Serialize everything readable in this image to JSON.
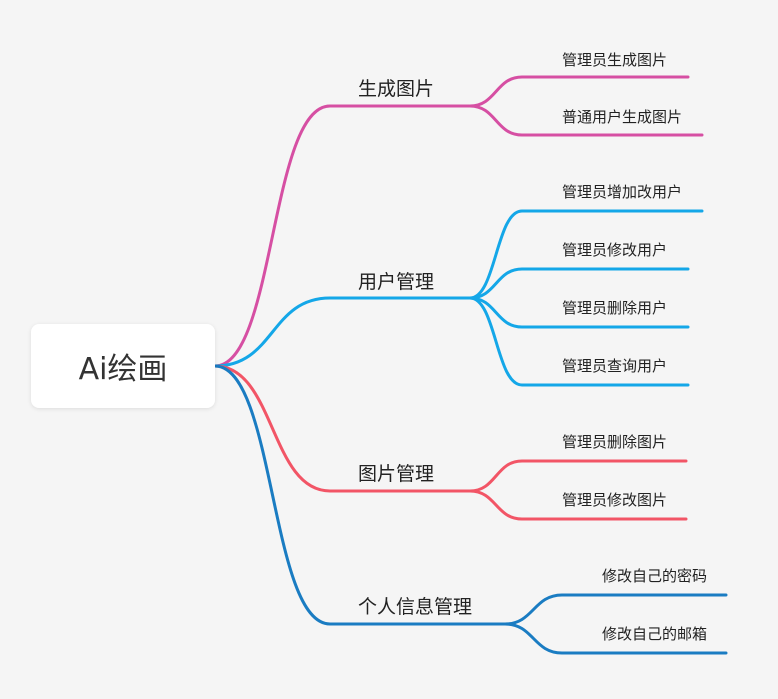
{
  "root": {
    "label": "Ai绘画"
  },
  "branches": [
    {
      "label": "生成图片",
      "color": "#d64fa3",
      "children": [
        "管理员生成图片",
        "普通用户生成图片"
      ]
    },
    {
      "label": "用户管理",
      "color": "#14a7e8",
      "children": [
        "管理员增加改用户",
        "管理员修改用户",
        "管理员删除用户",
        "管理员查询用户"
      ]
    },
    {
      "label": "图片管理",
      "color": "#f25566",
      "children": [
        "管理员删除图片",
        "管理员修改图片"
      ]
    },
    {
      "label": "个人信息管理",
      "color": "#1a7cc2",
      "children": [
        "修改自己的密码",
        "修改自己的邮箱"
      ]
    }
  ]
}
